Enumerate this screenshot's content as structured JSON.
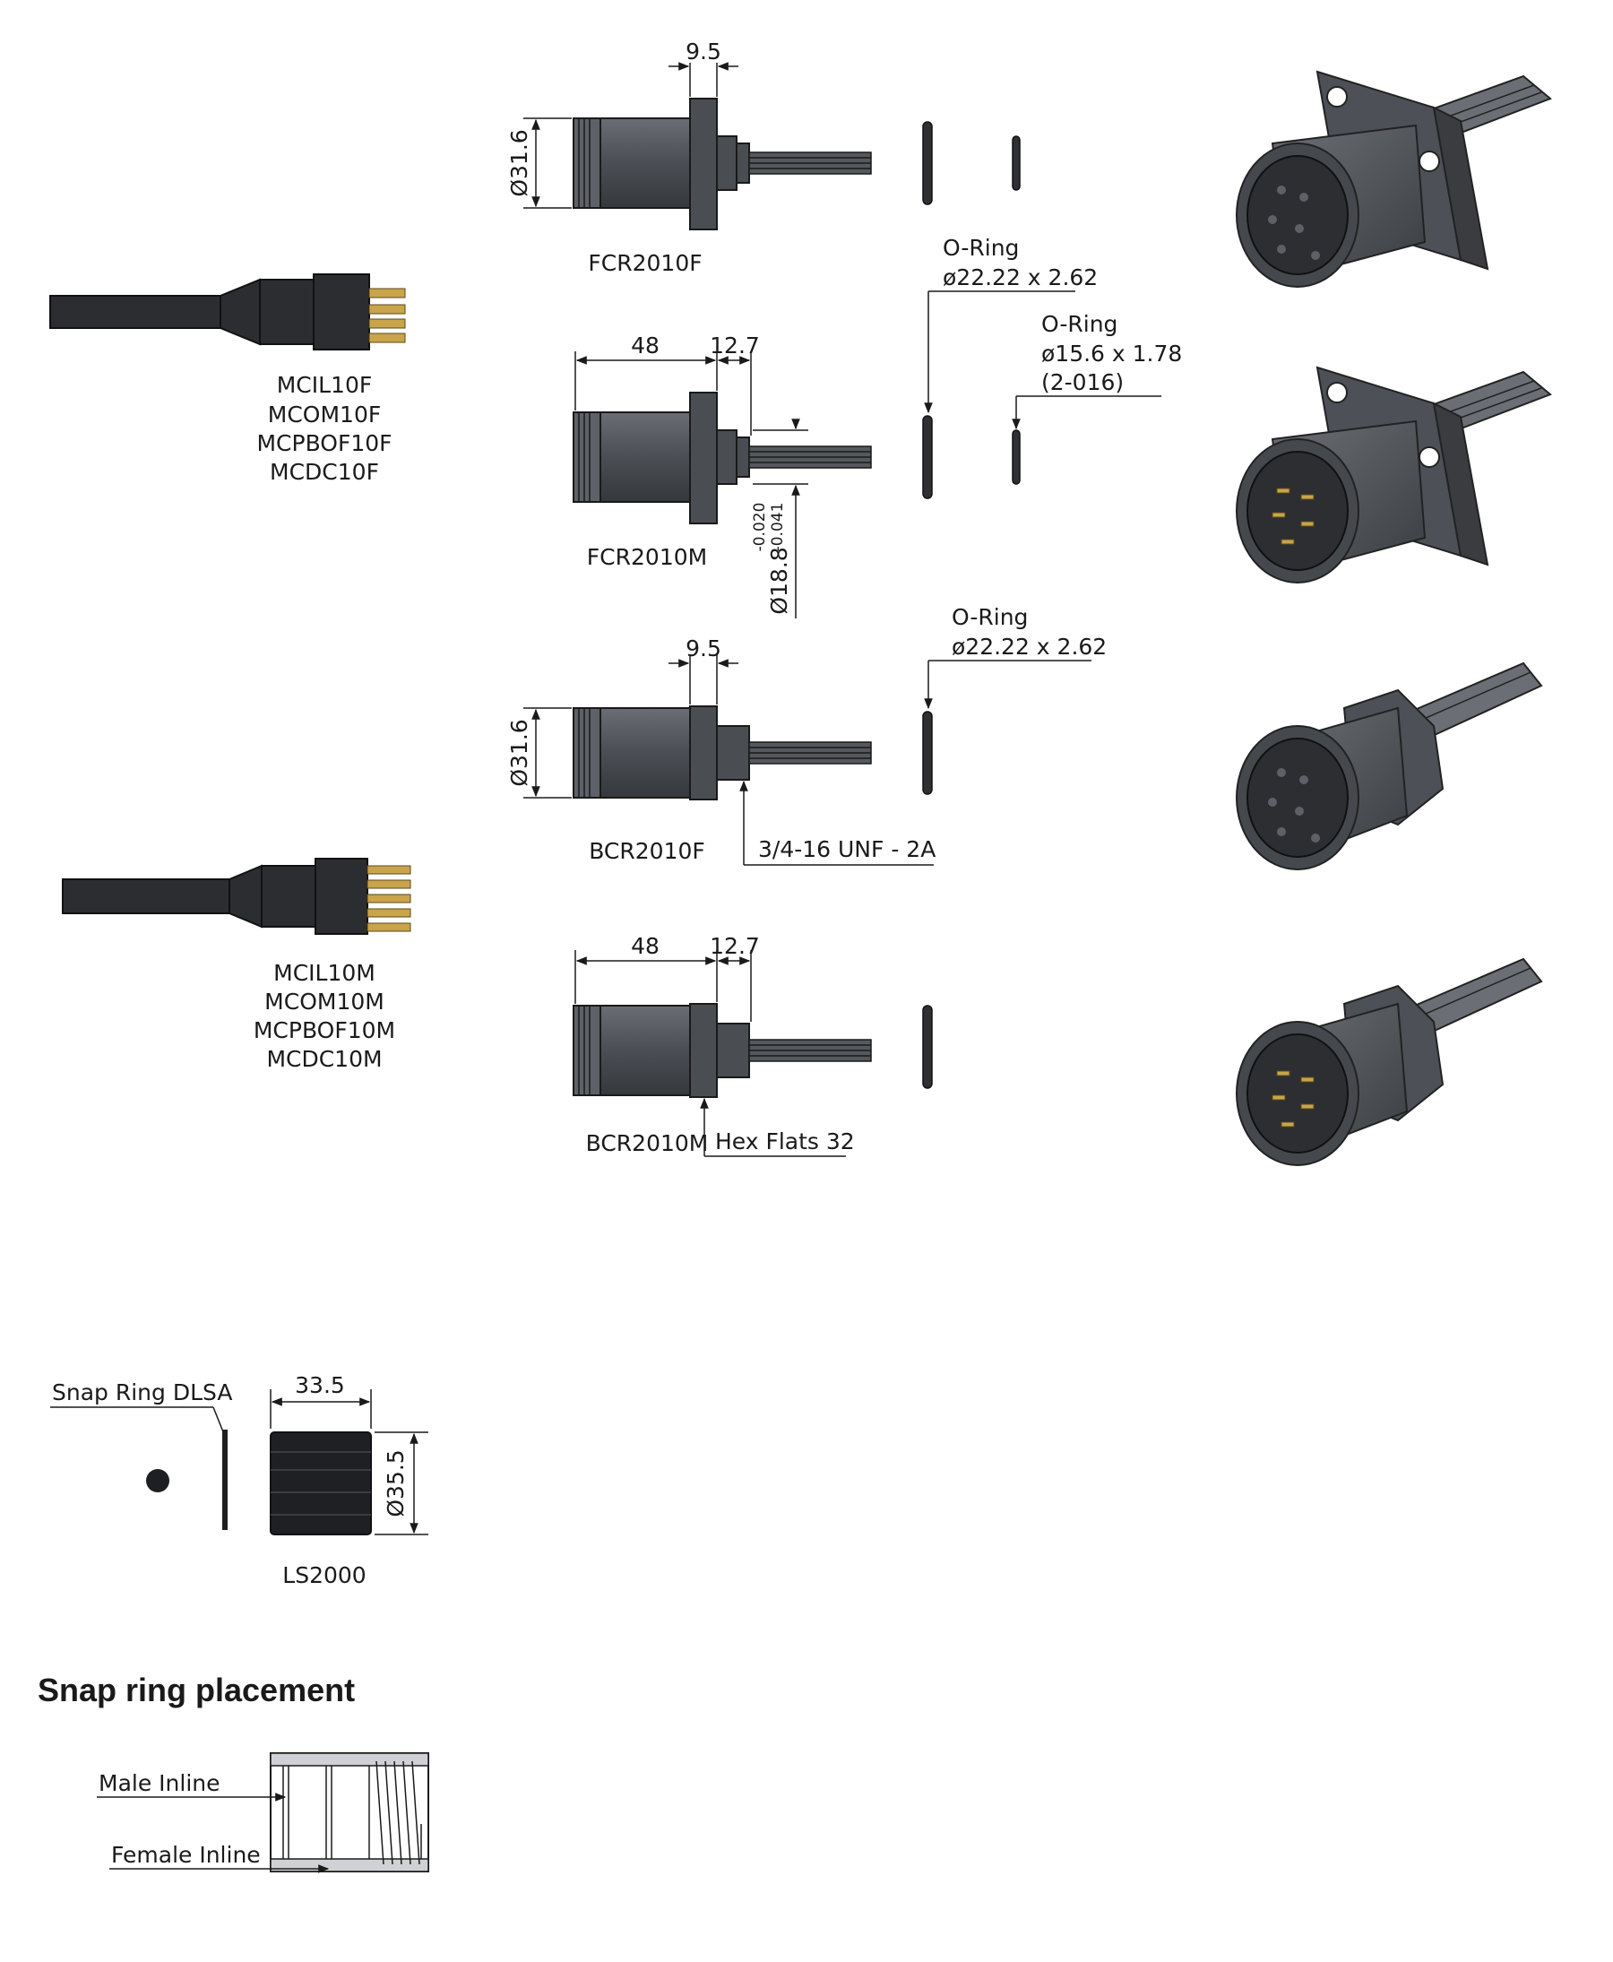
{
  "inline_connectors": {
    "female": [
      "MCIL10F",
      "MCOM10F",
      "MCPBOF10F",
      "MCDC10F"
    ],
    "male": [
      "MCIL10M",
      "MCOM10M",
      "MCPBOF10M",
      "MCDC10M"
    ]
  },
  "bulkhead_parts": {
    "fcr_f": {
      "label": "FCR2010F",
      "flange_width": "9.5",
      "diameter": "Ø31.6"
    },
    "fcr_m": {
      "label": "FCR2010M",
      "length": "48",
      "stub": "12.7",
      "shaft_diameter": "Ø18.8",
      "tol_upper": "-0.020",
      "tol_lower": "-0.041"
    },
    "bcr_f": {
      "label": "BCR2010F",
      "flange_width": "9.5",
      "diameter": "Ø31.6",
      "thread": "3/4-16 UNF - 2A"
    },
    "bcr_m": {
      "label": "BCR2010M",
      "length": "48",
      "stub": "12.7",
      "hex": "Hex Flats 32"
    }
  },
  "orings": {
    "fcr_large": {
      "title": "O-Ring",
      "size": "ø22.22 x 2.62"
    },
    "fcr_small": {
      "title": "O-Ring",
      "size": "ø15.6 x 1.78",
      "code": "(2-016)"
    },
    "bcr": {
      "title": "O-Ring",
      "size": "ø22.22 x 2.62"
    }
  },
  "locking_sleeve": {
    "snap_ring_label": "Snap Ring DLSA",
    "length": "33.5",
    "diameter": "Ø35.5",
    "label": "LS2000"
  },
  "placement": {
    "heading": "Snap ring placement",
    "male_label": "Male Inline",
    "female_label": "Female Inline"
  }
}
